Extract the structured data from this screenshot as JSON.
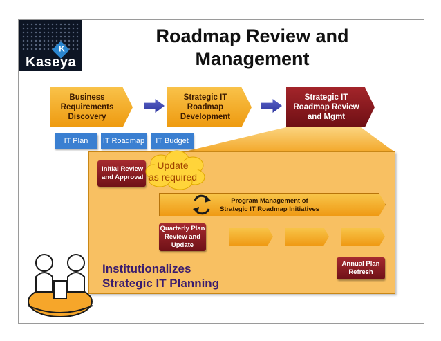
{
  "title": "Roadmap Review and\nManagement",
  "logo": {
    "brand": "Kaseya",
    "badge_letter": "K"
  },
  "steps": [
    {
      "label": "Business\nRequirements\nDiscovery"
    },
    {
      "label": "Strategic IT\nRoadmap\nDevelopment"
    },
    {
      "label": "Strategic IT\nRoadmap Review\nand Mgmt"
    }
  ],
  "tags": [
    "IT Plan",
    "IT Roadmap",
    "IT Budget"
  ],
  "initial_review": "Initial Review\nand Approval",
  "cloud": "Update\nas required",
  "program": "Program Management of\nStrategic IT Roadmap Initiatives",
  "quarterly": "Quarterly Plan\nReview and\nUpdate",
  "annual": "Annual Plan\nRefresh",
  "institutionalizes": "Institutionalizes\nStrategic IT Planning",
  "icons": [
    "kaseya-logo-icon",
    "arrow-right-icon",
    "cycle-icon",
    "cloud-icon",
    "people-at-table-icon"
  ],
  "colors": {
    "orange": "#f5b53a",
    "dark_red": "#8b1a1f",
    "blue_tag": "#3a7fd1",
    "connector_arrow": "#3b43b0",
    "panel": "#f8c062",
    "emphasis_text": "#3a1c6e"
  }
}
